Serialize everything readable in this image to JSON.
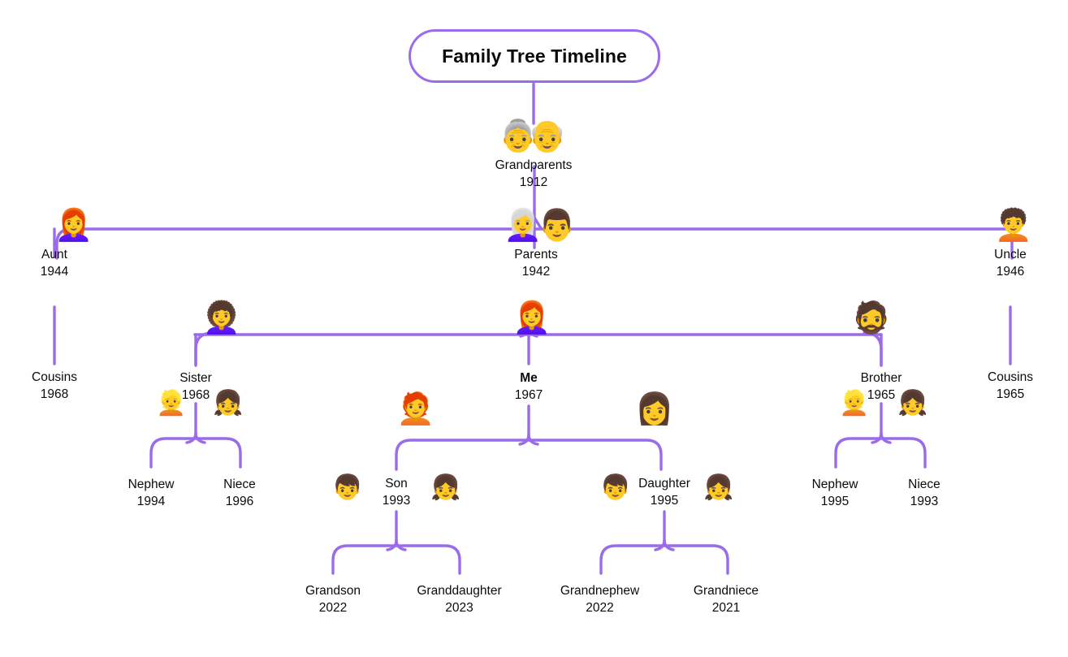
{
  "title": {
    "text": "Family Tree Timeline",
    "border_color": "#9a6ceb"
  },
  "theme": {
    "connector_color": "#9a6ceb",
    "text_color": "#0b0b0b",
    "background": "#ffffff"
  },
  "chart_data": {
    "type": "diagram",
    "title": "Family Tree Timeline",
    "generations": [
      {
        "level": 1,
        "nodes": [
          {
            "id": "grandparents",
            "label": "Grandparents",
            "year": "1912",
            "icons": [
              "older-woman-emoji",
              "older-man-emoji"
            ]
          }
        ]
      },
      {
        "level": 2,
        "nodes": [
          {
            "id": "aunt",
            "label": "Aunt",
            "year": "1944",
            "icons": [
              "red-hair-person-emoji"
            ]
          },
          {
            "id": "parents",
            "label": "Parents",
            "year": "1942",
            "icons": [
              "white-hair-woman-emoji",
              "man-emoji"
            ]
          },
          {
            "id": "uncle",
            "label": "Uncle",
            "year": "1946",
            "icons": [
              "curly-hair-person-emoji"
            ]
          }
        ]
      },
      {
        "level": 3,
        "nodes": [
          {
            "id": "cousins-left",
            "label": "Cousins",
            "year": "1968",
            "icons": []
          },
          {
            "id": "sister",
            "label": "Sister",
            "year": "1968",
            "icons": [
              "curly-hair-woman-emoji"
            ]
          },
          {
            "id": "me",
            "label": "Me",
            "year": "1967",
            "icons": [
              "red-hair-woman-emoji"
            ]
          },
          {
            "id": "brother",
            "label": "Brother",
            "year": "1965",
            "icons": [
              "bearded-man-emoji"
            ]
          },
          {
            "id": "cousins-right",
            "label": "Cousins",
            "year": "1965",
            "icons": []
          }
        ]
      },
      {
        "level": 4,
        "nodes": [
          {
            "id": "nephew-left",
            "label": "Nephew",
            "year": "1994",
            "icons": [
              "blond-boy-emoji"
            ]
          },
          {
            "id": "niece-left",
            "label": "Niece",
            "year": "1996",
            "icons": [
              "girl-emoji"
            ]
          },
          {
            "id": "son",
            "label": "Son",
            "year": "1993",
            "icons": [
              "red-hair-person-emoji"
            ]
          },
          {
            "id": "daughter",
            "label": "Daughter",
            "year": "1995",
            "icons": [
              "long-hair-woman-emoji"
            ]
          },
          {
            "id": "nephew-right",
            "label": "Nephew",
            "year": "1995",
            "icons": [
              "blond-boy-emoji"
            ]
          },
          {
            "id": "niece-right",
            "label": "Niece",
            "year": "1993",
            "icons": [
              "girl-emoji"
            ]
          }
        ]
      },
      {
        "level": 5,
        "nodes": [
          {
            "id": "grandson",
            "label": "Grandson",
            "year": "2022",
            "icons": [
              "boy-emoji"
            ]
          },
          {
            "id": "granddaughter",
            "label": "Granddaughter",
            "year": "2023",
            "icons": [
              "girl-pigtails-emoji"
            ]
          },
          {
            "id": "grandnephew",
            "label": "Grandnephew",
            "year": "2022",
            "icons": [
              "boy-emoji"
            ]
          },
          {
            "id": "grandniece",
            "label": "Grandniece",
            "year": "2021",
            "icons": [
              "girl-pigtails-emoji"
            ]
          }
        ]
      }
    ],
    "edges": [
      {
        "from": "title",
        "to": "grandparents"
      },
      {
        "from": "grandparents",
        "to": "parents"
      },
      {
        "from": "parents",
        "to": "aunt"
      },
      {
        "from": "parents",
        "to": "uncle"
      },
      {
        "from": "aunt",
        "to": "cousins-left"
      },
      {
        "from": "uncle",
        "to": "cousins-right"
      },
      {
        "from": "parents",
        "to": "sister"
      },
      {
        "from": "parents",
        "to": "me"
      },
      {
        "from": "parents",
        "to": "brother"
      },
      {
        "from": "sister",
        "to": "nephew-left"
      },
      {
        "from": "sister",
        "to": "niece-left"
      },
      {
        "from": "me",
        "to": "son"
      },
      {
        "from": "me",
        "to": "daughter"
      },
      {
        "from": "brother",
        "to": "nephew-right"
      },
      {
        "from": "brother",
        "to": "niece-right"
      },
      {
        "from": "son",
        "to": "grandson"
      },
      {
        "from": "son",
        "to": "granddaughter"
      },
      {
        "from": "daughter",
        "to": "grandnephew"
      },
      {
        "from": "daughter",
        "to": "grandniece"
      }
    ]
  },
  "nodes": {
    "grandparents": {
      "label": "Grandparents",
      "year": "1912",
      "emoji_a": "👵",
      "emoji_b": "👴"
    },
    "aunt": {
      "label": "Aunt",
      "year": "1944",
      "emoji_a": "👩‍🦰"
    },
    "parents": {
      "label": "Parents",
      "year": "1942",
      "emoji_a": "👩‍🦳",
      "emoji_b": "👨"
    },
    "uncle": {
      "label": "Uncle",
      "year": "1946",
      "emoji_a": "🧑‍🦱"
    },
    "cousins_left": {
      "label": "Cousins",
      "year": "1968"
    },
    "cousins_right": {
      "label": "Cousins",
      "year": "1965"
    },
    "sister": {
      "label": "Sister",
      "year": "1968",
      "emoji_a": "👩‍🦱"
    },
    "me": {
      "label": "Me",
      "year": "1967",
      "emoji_a": "👩‍🦰"
    },
    "brother": {
      "label": "Brother",
      "year": "1965",
      "emoji_a": "🧔"
    },
    "nephew_left": {
      "label": "Nephew",
      "year": "1994",
      "emoji_a": "👱"
    },
    "niece_left": {
      "label": "Niece",
      "year": "1996",
      "emoji_a": "👧"
    },
    "son": {
      "label": "Son",
      "year": "1993",
      "emoji_a": "🧑‍🦰",
      "emoji_b": "👦",
      "emoji_c": "👧"
    },
    "daughter": {
      "label": "Daughter",
      "year": "1995",
      "emoji_a": "👩",
      "emoji_b": "👦",
      "emoji_c": "👧"
    },
    "nephew_right": {
      "label": "Nephew",
      "year": "1995",
      "emoji_a": "👱"
    },
    "niece_right": {
      "label": "Niece",
      "year": "1993",
      "emoji_a": "👧"
    },
    "grandson": {
      "label": "Grandson",
      "year": "2022"
    },
    "granddaughter": {
      "label": "Granddaughter",
      "year": "2023"
    },
    "grandnephew": {
      "label": "Grandnephew",
      "year": "2022"
    },
    "grandniece": {
      "label": "Grandniece",
      "year": "2021"
    }
  }
}
